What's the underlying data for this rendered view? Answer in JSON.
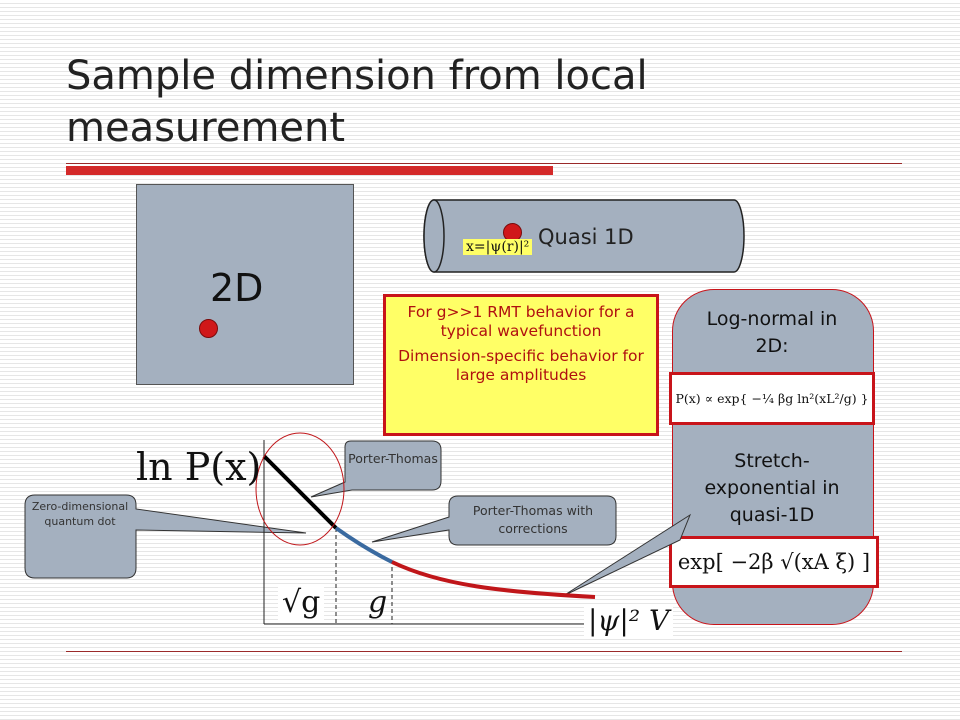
{
  "slide": {
    "title": "Sample dimension from local measurement"
  },
  "geometry_labels": {
    "two_d": "2D",
    "quasi_1d": "Quasi 1D",
    "x_definition": "x=|ψ(r)|²"
  },
  "rmt_box": {
    "line1": "For g>>1 RMT behavior for a typical wavefunction",
    "line2": "Dimension-specific behavior for large amplitudes"
  },
  "side_panel": {
    "lognormal_label": "Log-normal in 2D:",
    "lognormal_formula": "P(x) ∝ exp{ −¼ βg ln²(xL²/g) }",
    "stretch_label": "Stretch-exponential in quasi-1D",
    "stretch_formula": "exp[ −2β √(xA ξ) ]"
  },
  "plot": {
    "ylabel": "ln P(x)",
    "xlabel": "|ψ|² V",
    "tick_sqrt_g": "√g",
    "tick_g": "g"
  },
  "callouts": {
    "porter_thomas": "Porter-Thomas",
    "porter_thomas_corrections": "Porter-Thomas with corrections",
    "zero_dim": "Zero-dimensional quantum dot"
  },
  "colors": {
    "title_accent": "#d42a2a",
    "panel_gray": "#a4b0bf",
    "highlight_yellow": "#ffff66",
    "curve_black": "#000000",
    "curve_blue": "#3a6aa0",
    "curve_red": "#c0161a"
  }
}
